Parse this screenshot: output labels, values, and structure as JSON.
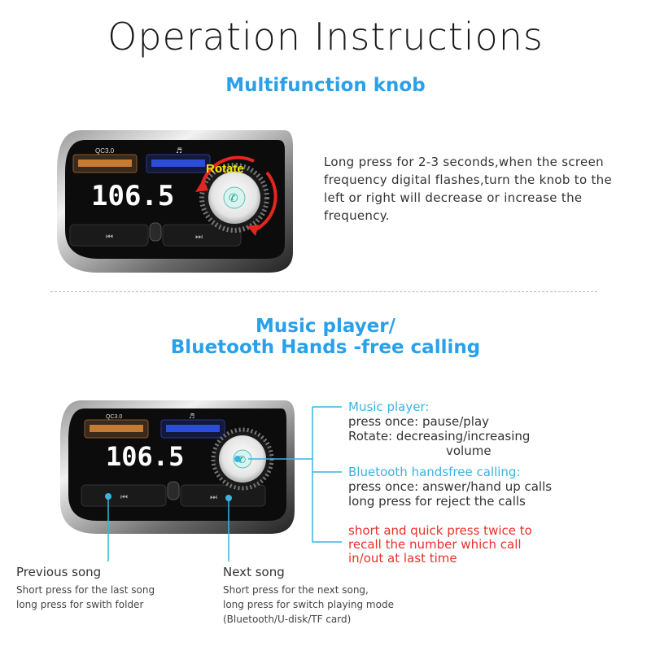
{
  "title": "Operation Instructions",
  "section1": {
    "heading": "Multifunction knob",
    "device": {
      "qc_label": "QC3.0",
      "music_label": "♬",
      "display": "106.5",
      "rotate_label": "Rotate"
    },
    "description": "Long press for 2-3 seconds,when the screen frequency digital flashes,turn the knob to the left or right will decrease or increase the frequency."
  },
  "section2": {
    "heading_line1": "Music player/",
    "heading_line2": "Bluetooth Hands -free calling",
    "device": {
      "qc_label": "QC3.0",
      "music_label": "♬",
      "display": "106.5"
    },
    "music_player": {
      "title": "Music player:",
      "press_once": "press once:  pause/play",
      "rotate": "Rotate:  decreasing/increasing",
      "rotate_cont": "volume"
    },
    "bluetooth": {
      "title": "Bluetooth handsfree calling:",
      "press_once": "press once:  answer/hand up calls",
      "long_press": "long press for reject the calls"
    },
    "recall": {
      "line1": "short and quick press twice to",
      "line2": "recall the number which call",
      "line3": "in/out at last time"
    },
    "previous_song": {
      "title": "Previous song",
      "line1": "Short press for the last song",
      "line2": "long press for swith folder"
    },
    "next_song": {
      "title": "Next song",
      "line1": "Short press for the next song,",
      "line2": "long press for switch playing mode",
      "line3": "(Bluetooth/U-disk/TF card)"
    }
  },
  "colors": {
    "heading_blue": "#2aa0e8",
    "annotation_blue": "#3ab4df",
    "red_text": "#e8312a",
    "rotate_arrow": "#e5261f",
    "rotate_label": "#f2e600"
  }
}
